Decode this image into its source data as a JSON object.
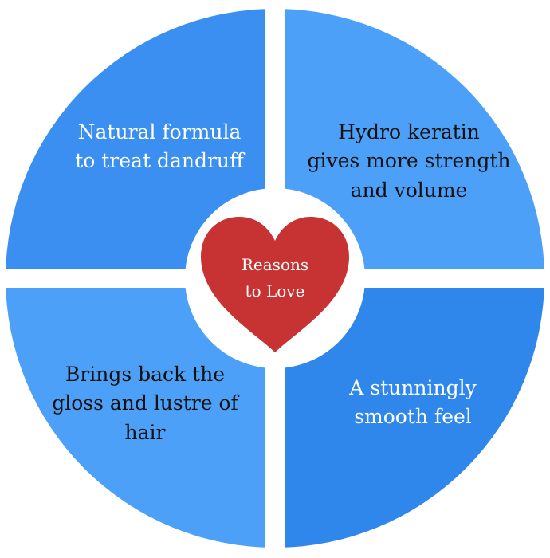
{
  "colors": {
    "quadrant_top_left": "#3a8ff0",
    "quadrant_top_right": "#4da0f7",
    "quadrant_bottom_left": "#4da0f7",
    "quadrant_bottom_right": "#2f87ec",
    "heart": "#c73232",
    "background": "#ffffff",
    "text_light": "#ffffff",
    "text_dark": "#111111"
  },
  "center": {
    "line1": "Reasons",
    "line2": "to Love"
  },
  "quadrants": {
    "top_left": {
      "line1": "Natural formula",
      "line2": "to treat dandruff"
    },
    "top_right": {
      "line1": "Hydro keratin",
      "line2": "gives more strength",
      "line3": "and volume"
    },
    "bottom_left": {
      "line1": "Brings back the",
      "line2": "gloss and lustre of",
      "line3": "hair"
    },
    "bottom_right": {
      "line1": "A stunningly",
      "line2": "smooth feel"
    }
  }
}
